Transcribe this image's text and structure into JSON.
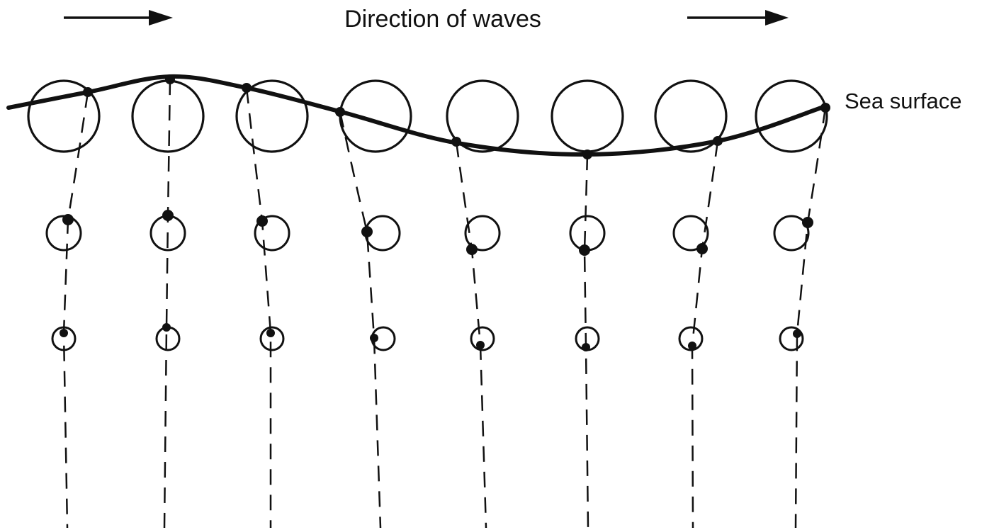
{
  "diagram": {
    "title": "Direction of waves",
    "surface_label": "Sea surface",
    "colors": {
      "ink": "#111111",
      "background": "#ffffff"
    },
    "icons": {
      "direction_arrow_left": "arrow-right-icon",
      "direction_arrow_right": "arrow-right-icon"
    },
    "columns": 8,
    "depth_levels": 3
  }
}
